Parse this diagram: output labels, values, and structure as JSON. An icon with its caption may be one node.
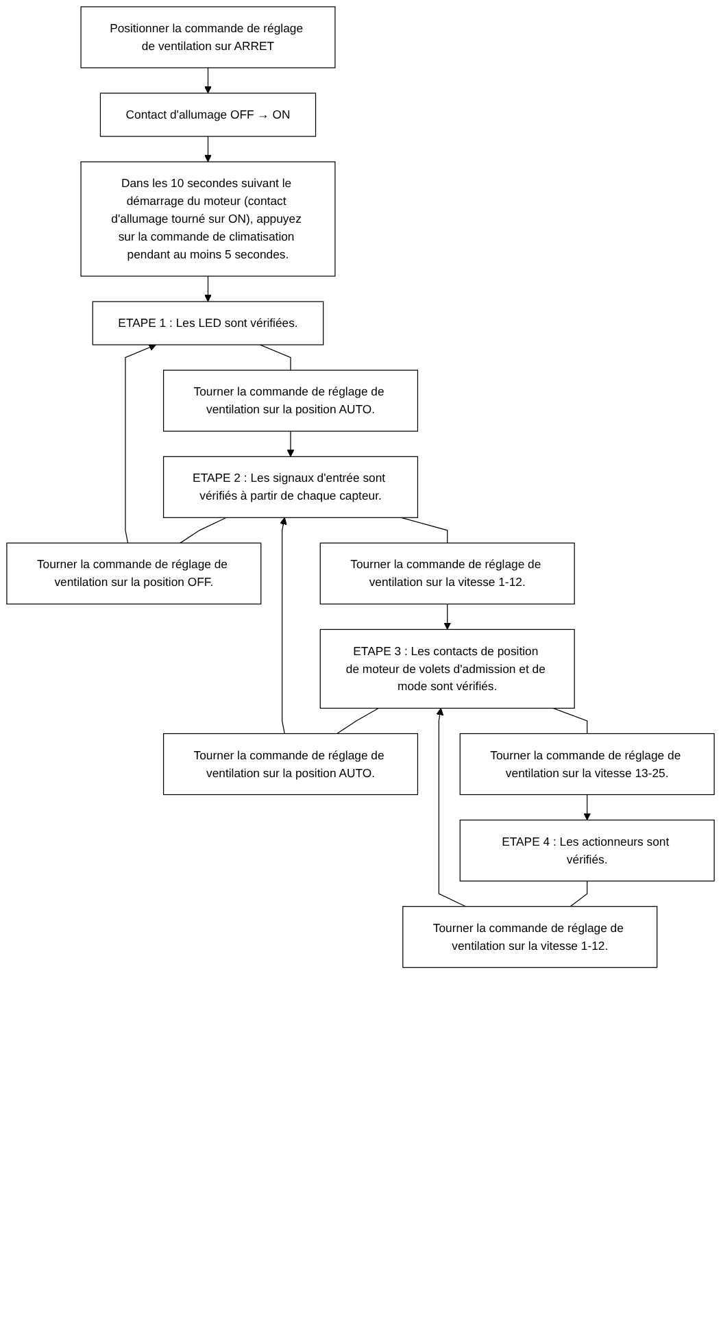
{
  "diagram": {
    "nodes": [
      {
        "text": [
          "Positionner la commande de réglage de ventilation sur ARRET"
        ]
      },
      {
        "text": [
          "Contact d'allumage OFF → ON"
        ]
      },
      {
        "text": [
          "Dans les 10 secondes suivant le démarrage du moteur (contact d'allumage tourné sur ON), appuyez sur la commande de climatisation pendant au moins 5 secondes."
        ]
      },
      {
        "text": [
          "ETAPE 1 : Les LED sont vérifiées."
        ]
      },
      {
        "text": [
          "Tourner la commande de réglage de ventilation sur la position AUTO."
        ]
      },
      {
        "text": [
          "Tourner la commande de réglage de ventilation sur la position OFF."
        ]
      },
      {
        "text": [
          "ETAPE 2 : Les signaux d'entrée sont vérifiés à partir de chaque capteur."
        ]
      },
      {
        "text": [
          "Tourner la commande de réglage de ventilation sur la vitesse 1-12."
        ]
      },
      {
        "text": [
          "Tourner la commande de réglage de ventilation sur la position AUTO."
        ]
      },
      {
        "text": [
          "ETAPE 3 : Les contacts de position de moteur de volets d'admission et de mode sont vérifiés."
        ]
      },
      {
        "text": [
          "Tourner la commande de réglage de ventilation sur la vitesse 13-25."
        ]
      },
      {
        "text": [
          "Tourner la commande de réglage de ventilation sur la vitesse 1-12."
        ]
      },
      {
        "text": [
          "ETAPE 4 : Les actionneurs sont vérifiés."
        ]
      }
    ],
    "edges": [
      {
        "from": 0,
        "to": 1,
        "arrow": "to"
      },
      {
        "from": 1,
        "to": 2,
        "arrow": "to"
      },
      {
        "from": 2,
        "to": 3,
        "arrow": "to"
      },
      {
        "from": 3,
        "to": 4,
        "arrow": "none"
      },
      {
        "from": 4,
        "to": 6,
        "arrow": "to"
      },
      {
        "from": 6,
        "to": 5,
        "arrow": "none"
      },
      {
        "from": 5,
        "to": 3,
        "arrow": "to"
      },
      {
        "from": 6,
        "to": 7,
        "arrow": "none"
      },
      {
        "from": 7,
        "to": 9,
        "arrow": "to"
      },
      {
        "from": 9,
        "to": 8,
        "arrow": "none"
      },
      {
        "from": 8,
        "to": 6,
        "arrow": "to"
      },
      {
        "from": 9,
        "to": 10,
        "arrow": "none"
      },
      {
        "from": 10,
        "to": 12,
        "arrow": "to"
      },
      {
        "from": 12,
        "to": 11,
        "arrow": "none"
      },
      {
        "from": 11,
        "to": 9,
        "arrow": "to"
      }
    ]
  }
}
